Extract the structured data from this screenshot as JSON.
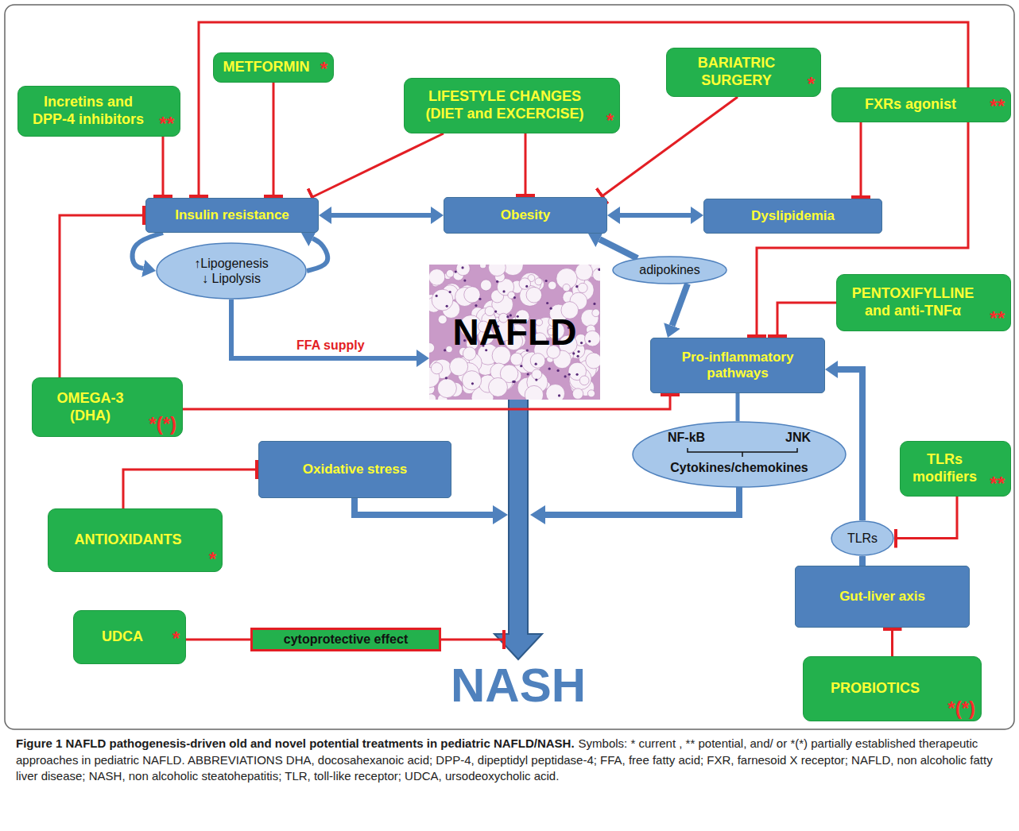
{
  "diagram": {
    "title": "Figure 1 NAFLD pathogenesis-driven old and novel potential treatments in pediatric NAFLD/NASH.",
    "caption": "Symbols: * current , ** potential, and/ or *(*) partially established therapeutic approaches in pediatric NAFLD. ABBREVIATIONS DHA, docosahexanoic acid; DPP-4, dipeptidyl peptidase-4; FFA, free fatty acid; FXR, farnesoid X receptor; NAFLD, non alcoholic fatty liver disease; NASH, non alcoholic steatohepatitis; TLR, toll-like receptor; UDCA, ursodeoxycholic acid.",
    "nodes": [
      {
        "text": [
          "METFORMIN",
          "*"
        ]
      },
      {
        "text": [
          "BARIATRIC SURGERY",
          "*"
        ]
      },
      {
        "text": [
          "LIFESTYLE CHANGES (DIET and EXCERCISE)",
          "*"
        ]
      },
      {
        "text": [
          "Incretins and DPP-4 inhibitors",
          "**"
        ]
      },
      {
        "text": [
          "FXRs agonist",
          "**"
        ]
      },
      {
        "text": [
          "Insulin resistance"
        ]
      },
      {
        "text": [
          "Obesity"
        ]
      },
      {
        "text": [
          "Dyslipidemia"
        ]
      },
      {
        "text": [
          "↑Lipogenesis",
          "↓ Lipolysis"
        ]
      },
      {
        "text": [
          "adipokines"
        ]
      },
      {
        "text": [
          "NAFLD"
        ]
      },
      {
        "text": [
          "PENTOXIFYLLINE and anti-TNFα",
          "**"
        ]
      },
      {
        "text": [
          "Pro-inflammatory pathways"
        ]
      },
      {
        "text": [
          "OMEGA-3 (DHA)",
          "*(*)"
        ]
      },
      {
        "text": [
          "NF-kB",
          "JNK",
          "Cytokines/chemokines"
        ]
      },
      {
        "text": [
          "Oxidative stress"
        ]
      },
      {
        "text": [
          "TLRs modifiers",
          "**"
        ]
      },
      {
        "text": [
          "ANTIOXIDANTS",
          "*"
        ]
      },
      {
        "text": [
          "TLRs"
        ]
      },
      {
        "text": [
          "Gut-liver axis"
        ]
      },
      {
        "text": [
          "UDCA",
          "*"
        ]
      },
      {
        "text": [
          "cytoprotective effect"
        ]
      },
      {
        "text": [
          "PROBIOTICS",
          "*(*)"
        ]
      }
    ],
    "edges": [
      {
        "from": 3,
        "to": 5,
        "arrow": "to"
      },
      {
        "from": 0,
        "to": 5,
        "arrow": "to"
      },
      {
        "from": 4,
        "to": 5,
        "arrow": "to"
      },
      {
        "from": 2,
        "to": 5,
        "arrow": "to"
      },
      {
        "from": 2,
        "to": 6,
        "arrow": "to"
      },
      {
        "from": 1,
        "to": 6,
        "arrow": "to"
      },
      {
        "from": 4,
        "to": 7,
        "arrow": "to"
      },
      {
        "from": 4,
        "to": 12,
        "arrow": "to"
      },
      {
        "from": 11,
        "to": 12,
        "arrow": "to"
      },
      {
        "from": 13,
        "to": 5,
        "arrow": "to"
      },
      {
        "from": 13,
        "to": 12,
        "arrow": "to"
      },
      {
        "from": 12,
        "to": 14,
        "arrow": "none"
      },
      {
        "from": 17,
        "to": 15,
        "arrow": "to"
      },
      {
        "from": 16,
        "to": 18,
        "arrow": "to"
      },
      {
        "from": 19,
        "to": 18,
        "arrow": "none"
      },
      {
        "from": 18,
        "to": 12,
        "arrow": "to"
      },
      {
        "from": 20,
        "to": 21,
        "arrow": "none"
      },
      {
        "from": 22,
        "to": 19,
        "arrow": "to"
      },
      {
        "from": 5,
        "to": 6,
        "arrow": "both"
      },
      {
        "from": 6,
        "to": 7,
        "arrow": "both"
      },
      {
        "from": 5,
        "to": 8,
        "arrow": "to"
      },
      {
        "from": 8,
        "to": 5,
        "arrow": "to"
      },
      {
        "from": 8,
        "to": 10,
        "label": "FFA supply",
        "arrow": "to"
      },
      {
        "from": 9,
        "to": 6,
        "arrow": "to"
      },
      {
        "from": 9,
        "to": 12,
        "arrow": "to"
      }
    ],
    "labels": [
      "NASH"
    ]
  }
}
